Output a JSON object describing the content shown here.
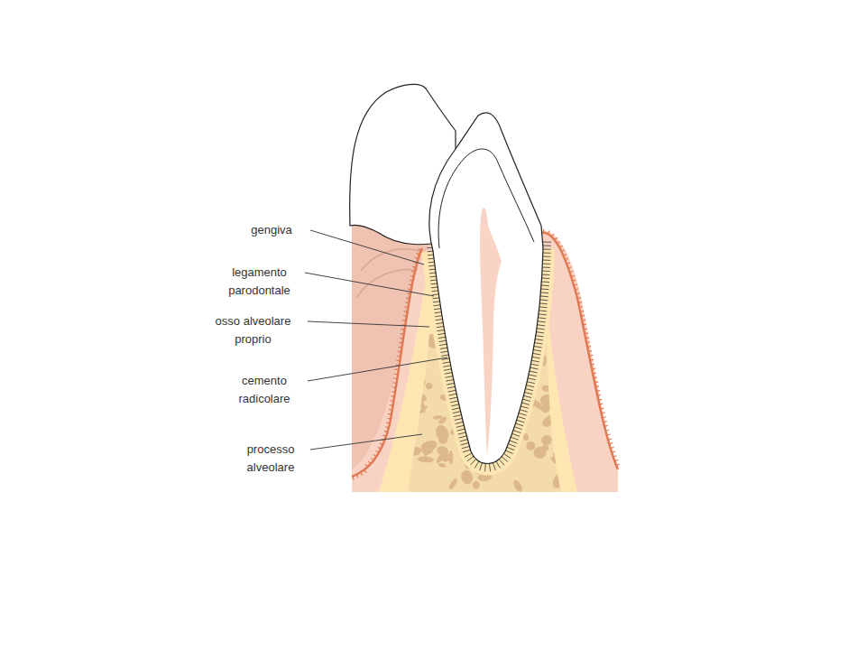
{
  "diagram": {
    "labels": [
      "gengiva",
      "legamento parodontale",
      "osso alveolare proprio",
      "cemento radicolare",
      "processo alveolare"
    ]
  }
}
